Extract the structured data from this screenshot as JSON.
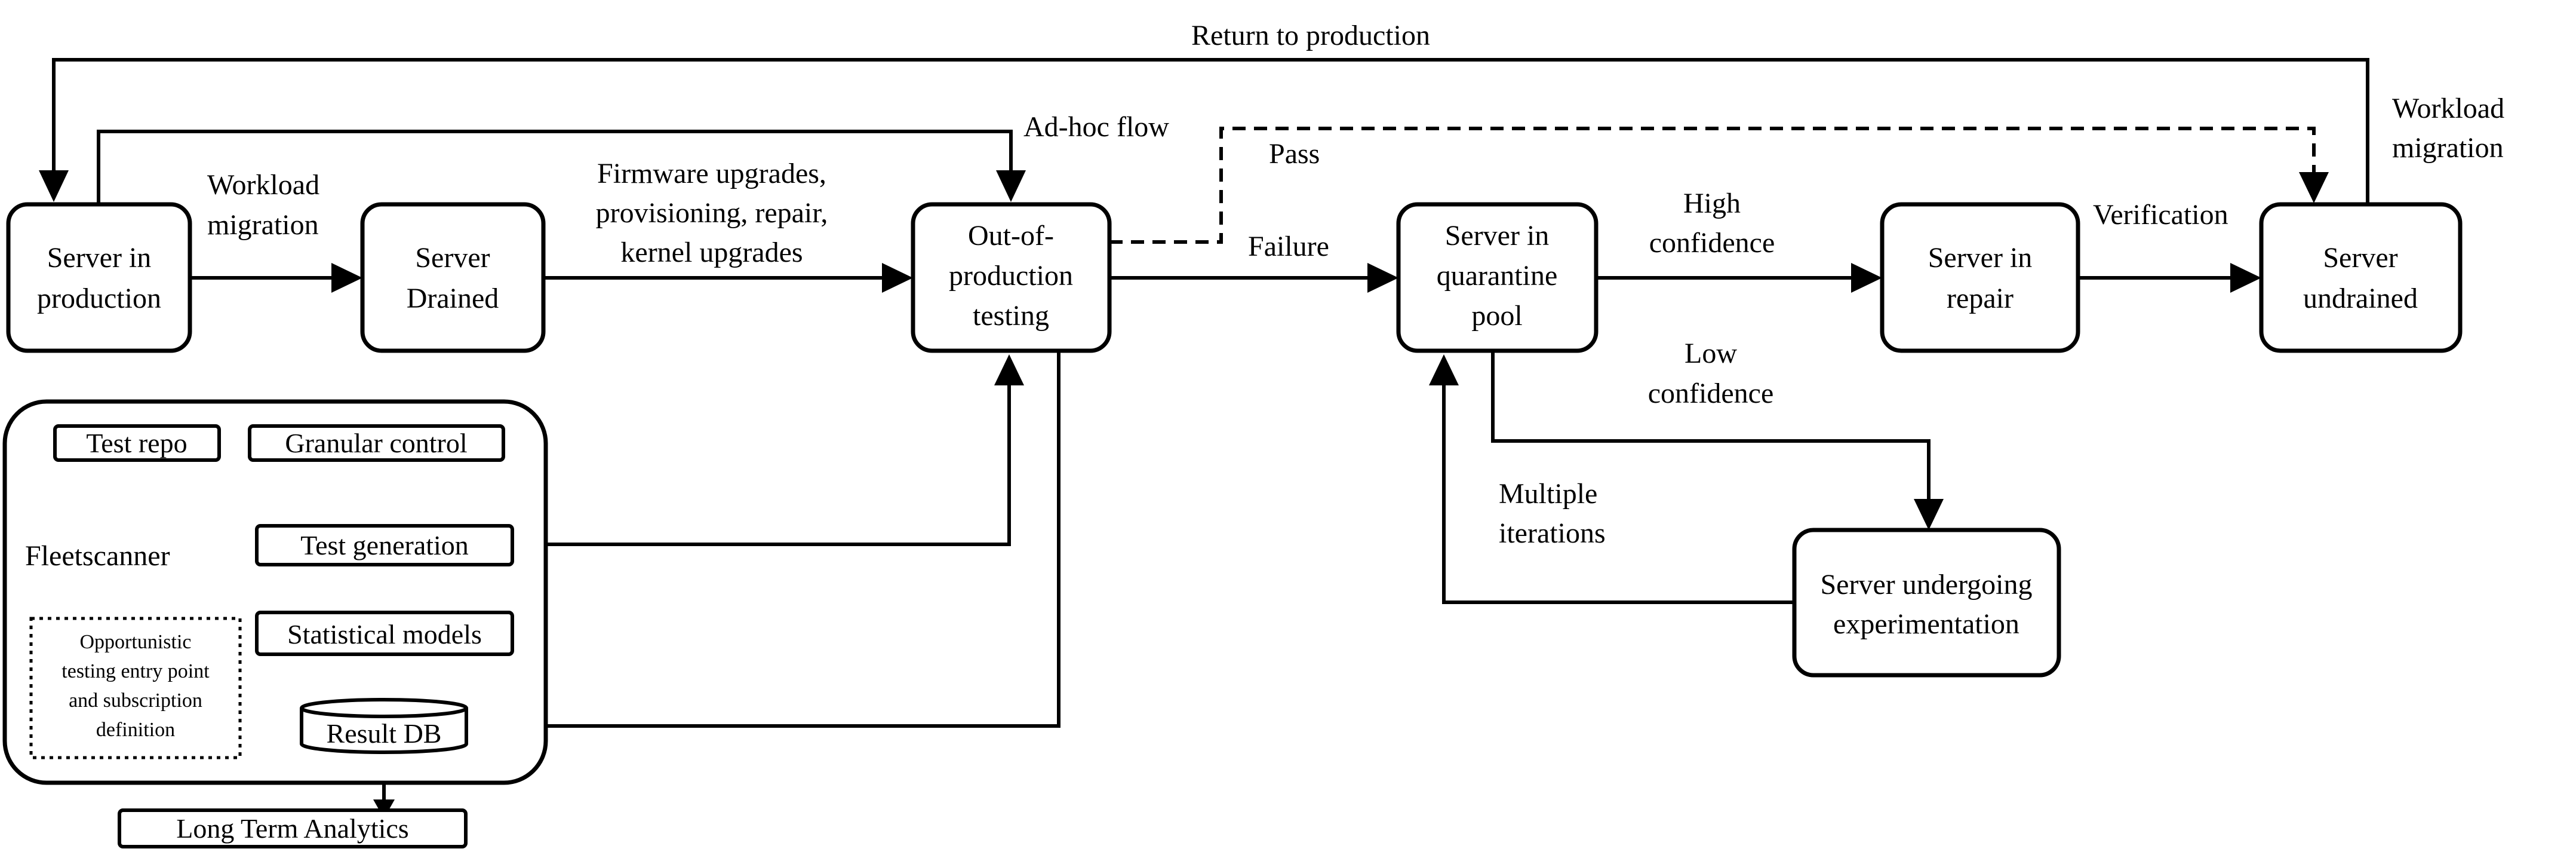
{
  "nodes": {
    "prod": [
      "Server in",
      "production"
    ],
    "drained": [
      "Server",
      "Drained"
    ],
    "oop": [
      "Out-of-",
      "production",
      "testing"
    ],
    "quarantine": [
      "Server in",
      "quarantine",
      "pool"
    ],
    "repair": [
      "Server in",
      "repair"
    ],
    "undrained": [
      "Server",
      "undrained"
    ],
    "experiment": [
      "Server undergoing",
      "experimentation"
    ]
  },
  "fleetscanner": {
    "label": "Fleetscanner",
    "test_repo": "Test repo",
    "granular_control": "Granular control",
    "test_generation": "Test generation",
    "statistical_models": "Statistical models",
    "result_db": "Result DB",
    "note": [
      "Opportunistic",
      "testing entry point",
      "and subscription",
      "definition"
    ]
  },
  "long_term_analytics": "Long Term Analytics",
  "edge_labels": {
    "return_to_production": "Return to production",
    "workload_migration_left": [
      "Workload",
      "migration"
    ],
    "workload_migration_right": [
      "Workload",
      "migration"
    ],
    "adhoc_flow": "Ad-hoc flow",
    "pass": "Pass",
    "firmware": [
      "Firmware upgrades,",
      "provisioning, repair,",
      "kernel upgrades"
    ],
    "failure": "Failure",
    "high_confidence": [
      "High",
      "confidence"
    ],
    "low_confidence": [
      "Low",
      "confidence"
    ],
    "verification": "Verification",
    "multiple_iterations": [
      "Multiple",
      "iterations"
    ]
  }
}
